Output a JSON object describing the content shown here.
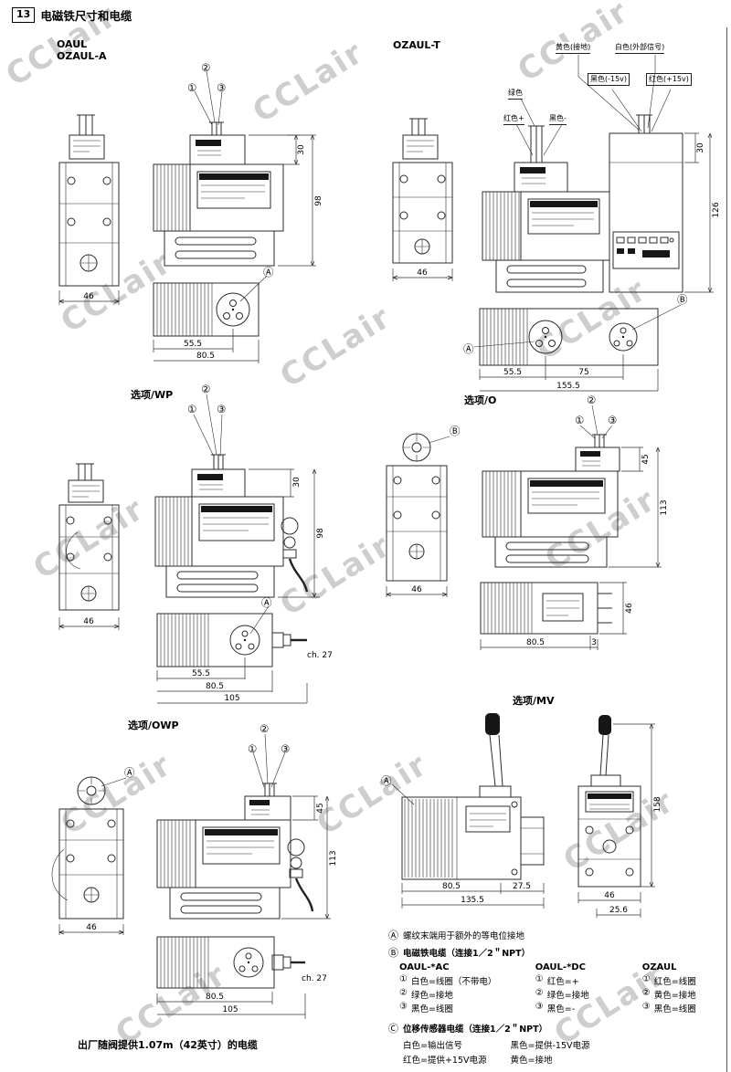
{
  "page": {
    "header_number": "13",
    "header_title": "电磁铁尺寸和电缆",
    "watermark": "CCLair",
    "footer_note": "出厂随阀提供1.07m（42英寸）的电缆"
  },
  "glyphs": {
    "c1": "①",
    "c2": "②",
    "c3": "③",
    "ca": "Ⓐ",
    "cb": "Ⓑ",
    "cc": "Ⓒ"
  },
  "sections": {
    "oaul": {
      "title1": "OAUL",
      "title2": "OZAUL-A",
      "dim_connector_h": "30",
      "dim_total_h": "98",
      "dim_front_w": "46",
      "dim_bottom_w1": "55.5",
      "dim_bottom_w2": "80.5"
    },
    "ozaul_t": {
      "title": "OZAUL-T",
      "label_yellow": "黄色(接地)",
      "label_white": "白色(外部信号)",
      "label_black_15v": "黑色(-15v)",
      "label_red_15v": "红色(+15v)",
      "label_green": "绿色",
      "label_red_plus": "红色+",
      "label_black_minus": "黑色-",
      "dim_connector_h": "30",
      "dim_total_h": "126",
      "dim_front_w": "46",
      "dim_bottom_w1": "55.5",
      "dim_bottom_w2": "75",
      "dim_bottom_total": "155.5"
    },
    "wp": {
      "title": "选项/WP",
      "dim_connector_h": "30",
      "dim_total_h": "98",
      "dim_front_w": "46",
      "dim_bottom_w1": "55.5",
      "dim_bottom_w2": "80.5",
      "dim_bottom_total": "105",
      "wrench_label": "ch. 27"
    },
    "o": {
      "title": "选项/O",
      "dim_connector_h": "45",
      "dim_total_h": "113",
      "dim_front_w": "46",
      "dim_bottom_w1": "80.5",
      "dim_bottom_w2": "3",
      "dim_side_h": "46"
    },
    "owp": {
      "title": "选项/OWP",
      "dim_connector_h": "45",
      "dim_total_h": "113",
      "dim_front_w": "46",
      "dim_bottom_w1": "80.5",
      "dim_bottom_total": "105",
      "wrench_label": "ch. 27"
    },
    "mv": {
      "title": "选项/MV",
      "dim_total_h": "158",
      "dim_body_w": "80.5",
      "dim_ext_w": "27.5",
      "dim_total_w": "135.5",
      "dim_front_w": "46",
      "dim_front_w2": "25.6"
    }
  },
  "notes": {
    "a_text": "螺纹末端用于额外的等电位接地",
    "b_title": "电磁铁电缆（连接1／2＂NPT）",
    "columns": [
      {
        "header": "OAUL-*AC",
        "items": [
          "白色=线圈（不带电）",
          "绿色=接地",
          "黑色=线圈"
        ]
      },
      {
        "header": "OAUL-*DC",
        "items": [
          "红色=+",
          "绿色=接地",
          "黑色=-"
        ]
      },
      {
        "header": "OZAUL",
        "items": [
          "红色=线圈",
          "黄色=接地",
          "黑色=线圈"
        ]
      }
    ],
    "c_title": "位移传感器电缆（连接1／2＂NPT）",
    "c_left": [
      "白色=输出信号",
      "红色=提供+15V电源"
    ],
    "c_right": [
      "黑色=提供-15V电源",
      "黄色=接地"
    ]
  }
}
